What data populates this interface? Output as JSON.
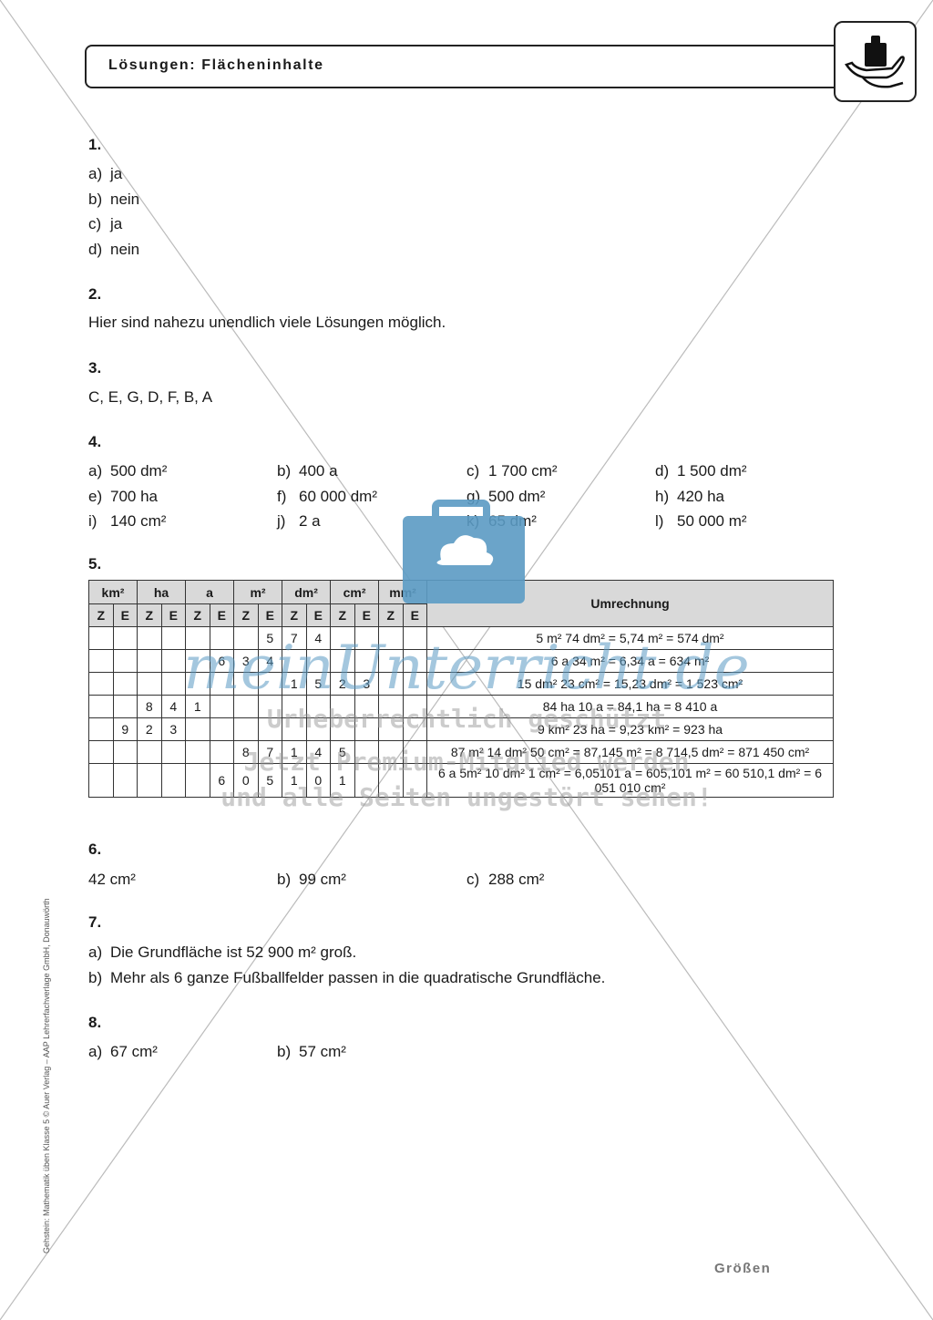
{
  "header": {
    "title": "Lösungen: Flächeninhalte"
  },
  "icons": {
    "logo": "hand-weight-icon",
    "watermark": "cloud-briefcase-icon"
  },
  "s1": {
    "num": "1.",
    "items": [
      {
        "l": "a)",
        "t": "ja"
      },
      {
        "l": "b)",
        "t": "nein"
      },
      {
        "l": "c)",
        "t": "ja"
      },
      {
        "l": "d)",
        "t": "nein"
      }
    ]
  },
  "s2": {
    "num": "2.",
    "text": "Hier sind nahezu unendlich viele Lösungen möglich."
  },
  "s3": {
    "num": "3.",
    "text": "C, E, G, D, F, B, A"
  },
  "s4": {
    "num": "4.",
    "items": [
      {
        "l": "a)",
        "t": "500 dm²"
      },
      {
        "l": "b)",
        "t": "400 a"
      },
      {
        "l": "c)",
        "t": "1 700 cm²"
      },
      {
        "l": "d)",
        "t": "1 500 dm²"
      },
      {
        "l": "e)",
        "t": "700 ha"
      },
      {
        "l": "f)",
        "t": "60 000 dm²"
      },
      {
        "l": "g)",
        "t": "500 dm²"
      },
      {
        "l": "h)",
        "t": "420 ha"
      },
      {
        "l": "i)",
        "t": "140 cm²"
      },
      {
        "l": "j)",
        "t": "2 a"
      },
      {
        "l": "k)",
        "t": "65 dm²"
      },
      {
        "l": "l)",
        "t": "50 000 m²"
      }
    ]
  },
  "s5": {
    "num": "5.",
    "units": [
      "km²",
      "ha",
      "a",
      "m²",
      "dm²",
      "cm²",
      "mm²"
    ],
    "conv_header": "Umrechnung",
    "ze": [
      "Z",
      "E",
      "Z",
      "E",
      "Z",
      "E",
      "Z",
      "E",
      "Z",
      "E",
      "Z",
      "E",
      "Z",
      "E"
    ],
    "rows": [
      {
        "cells": [
          "",
          "",
          "",
          "",
          "",
          "",
          "",
          "5",
          "7",
          "4",
          "",
          "",
          "",
          ""
        ],
        "conv": "5 m² 74 dm² = 5,74 m² = 574 dm²"
      },
      {
        "cells": [
          "",
          "",
          "",
          "",
          "",
          "6",
          "3",
          "4",
          "",
          "",
          "",
          "",
          "",
          ""
        ],
        "conv": "6 a 34 m² = 6,34 a = 634 m²"
      },
      {
        "cells": [
          "",
          "",
          "",
          "",
          "",
          "",
          "",
          "",
          "1",
          "5",
          "2",
          "3",
          "",
          ""
        ],
        "conv": "15 dm² 23 cm² = 15,23 dm² = 1 523 cm²"
      },
      {
        "cells": [
          "",
          "",
          "8",
          "4",
          "1",
          "",
          "",
          "",
          "",
          "",
          "",
          "",
          "",
          ""
        ],
        "conv": "84 ha 10 a = 84,1 ha = 8 410 a"
      },
      {
        "cells": [
          "",
          "9",
          "2",
          "3",
          "",
          "",
          "",
          "",
          "",
          "",
          "",
          "",
          "",
          ""
        ],
        "conv": "9 km² 23 ha = 9,23 km² = 923 ha"
      },
      {
        "cells": [
          "",
          "",
          "",
          "",
          "",
          "",
          "8",
          "7",
          "1",
          "4",
          "5",
          "",
          "",
          ""
        ],
        "conv": "87 m² 14 dm² 50 cm² = 87,145 m² = 8 714,5 dm² = 871 450 cm²"
      },
      {
        "cells": [
          "",
          "",
          "",
          "",
          "",
          "6",
          "0",
          "5",
          "1",
          "0",
          "1",
          "",
          "",
          ""
        ],
        "conv": "6 a 5m² 10 dm² 1 cm² = 6,05101 a = 605,101 m² = 60 510,1 dm² = 6 051 010 cm²"
      }
    ]
  },
  "s6": {
    "num": "6.",
    "a": "42 cm²",
    "items": [
      {
        "l": "b)",
        "t": "99 cm²"
      },
      {
        "l": "c)",
        "t": "288 cm²"
      }
    ]
  },
  "s7": {
    "num": "7.",
    "items": [
      {
        "l": "a)",
        "t": "Die Grundfläche ist 52 900 m² groß."
      },
      {
        "l": "b)",
        "t": "Mehr als 6 ganze Fußballfelder passen in die quadratische Grundfläche."
      }
    ]
  },
  "s8": {
    "num": "8.",
    "items": [
      {
        "l": "a)",
        "t": "67 cm²"
      },
      {
        "l": "b)",
        "t": "57 cm²"
      }
    ]
  },
  "watermark": {
    "brand": "meinUnterricht.de",
    "line1": "Urheberrechtlich geschützt",
    "line2": "Jetzt Premium-Mitglied werden",
    "line3": "und alle Seiten ungestört sehen!",
    "color": "#5b9bc4"
  },
  "sidebar": "Gehstein: Mathematik üben Klasse 5 © Auer Verlag – AAP Lehrerfachverlage GmbH, Donauwörth",
  "footer": "Größen"
}
